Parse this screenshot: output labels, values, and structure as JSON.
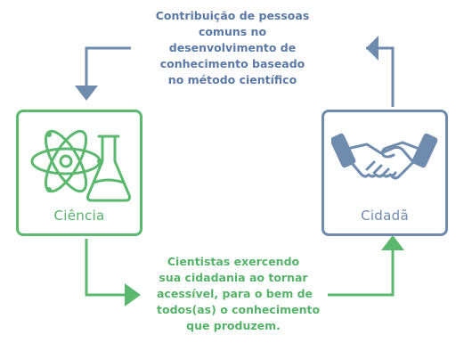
{
  "colors": {
    "science_green": "#5cb86e",
    "citizen_blue": "#6f8bad",
    "top_text_blue": "#5b79a6",
    "bottom_text_green": "#56b269"
  },
  "boxes": {
    "ciencia": {
      "label": "Ciência",
      "icon": "atom-flask-icon"
    },
    "cidada": {
      "label": "Cidadã",
      "icon": "handshake-icon"
    }
  },
  "captions": {
    "top_lines": [
      "Contribuição de pessoas",
      "comuns no",
      "desenvolvimento de",
      "conhecimento baseado",
      "no método científico"
    ],
    "bottom_lines": [
      "Cientistas exercendo",
      "sua cidadania ao tornar",
      "acessível, para o bem de",
      "todos(as) o conhecimento",
      "que produzem."
    ]
  }
}
